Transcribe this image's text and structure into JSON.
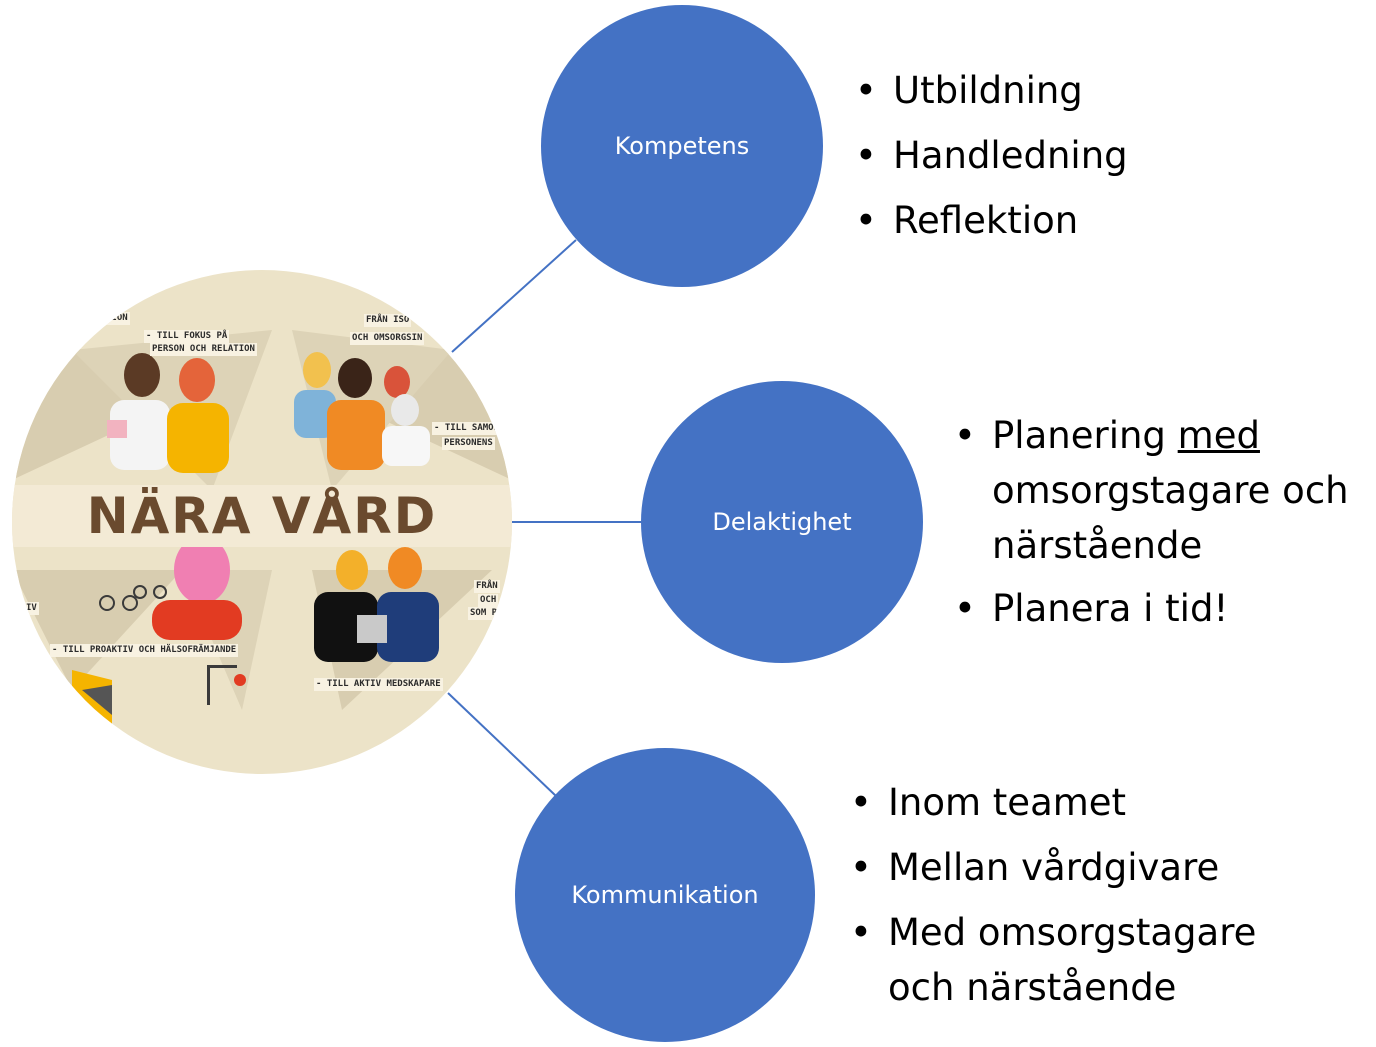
{
  "hub": {
    "title": "NÄRA VÅRD",
    "labels": [
      "TION",
      "- TILL FOKUS PÅ",
      "PERSON OCH RELATION",
      "FRÅN ISO",
      "OCH OMSORGSIN",
      "- TILL SAMOR",
      "PERSONENS",
      "- TILL PROAKTIV OCH HÄLSOFRÄMJANDE",
      "- TILL AKTIV MEDSKAPARE",
      "FRÅN",
      "OCH",
      "SOM P",
      "IV"
    ]
  },
  "nodes": [
    {
      "label": "Kompetens",
      "bullets": [
        "Utbildning",
        "Handledning",
        "Reflektion"
      ]
    },
    {
      "label": "Delaktighet",
      "bullet1": {
        "before": "Planering ",
        "emph": "med",
        "after": " omsorgstagare och närstående"
      },
      "bullet2": "Planera i tid!"
    },
    {
      "label": "Kommunikation",
      "bullets": [
        "Inom teamet",
        "Mellan vårdgivare",
        "Med omsorgstagare och närstående"
      ]
    }
  ],
  "colors": {
    "node_fill": "#4472c4",
    "connector": "#4472c4",
    "hub_background": "#ece3c8",
    "hub_title": "#6a4a2e"
  }
}
